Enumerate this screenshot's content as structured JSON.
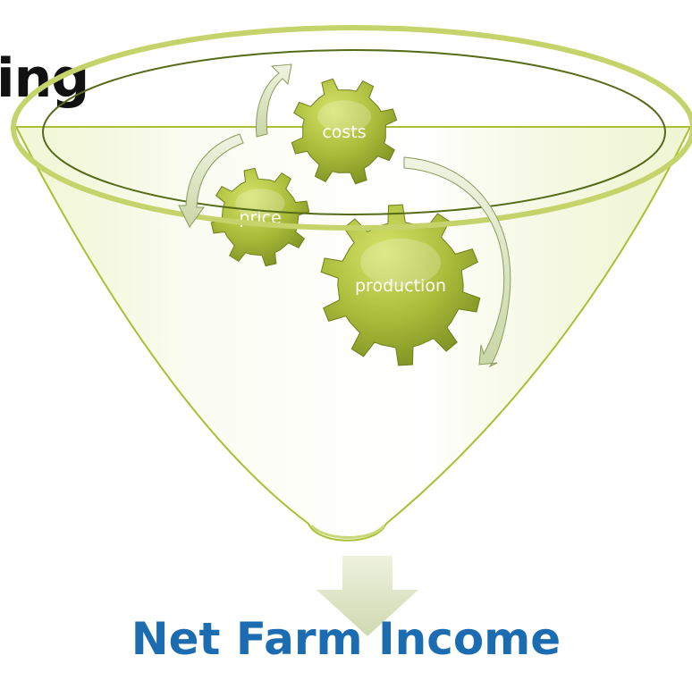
{
  "heading_fragment": "ing",
  "gears": [
    {
      "label": "costs"
    },
    {
      "label": "price"
    },
    {
      "label": "production"
    }
  ],
  "result": {
    "label": "Net Farm Income"
  },
  "colors": {
    "gear_fill": "#9fb32f",
    "gear_highlight": "#d6e36a",
    "funnel_outline": "#a9c033",
    "rim_outline": "#556b18",
    "arrow_fill": "#dde5c6",
    "result_text": "#1b6cb0",
    "heading_text": "#111111"
  }
}
